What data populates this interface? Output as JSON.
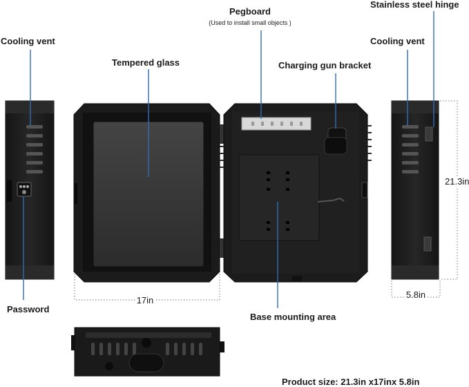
{
  "labels": {
    "cooling_vent_left": "Cooling vent",
    "tempered_glass": "Tempered glass",
    "pegboard": "Pegboard",
    "pegboard_note": "(Used to install small objects )",
    "charging_gun_bracket": "Charging gun bracket",
    "stainless_steel_hinge": "Stainless steel hinge",
    "cooling_vent_right": "Cooling vent",
    "password": "Password",
    "base_mounting_area": "Base mounting area"
  },
  "dimensions": {
    "width": "17in",
    "height": "21.3in",
    "depth": "5.8in",
    "product_size": "Product size: 21.3in x17inx 5.8in"
  },
  "colors": {
    "leader_line": "#2f6db5",
    "cabinet_body": "#1c1c1c",
    "glass": "#3b3b3b"
  }
}
